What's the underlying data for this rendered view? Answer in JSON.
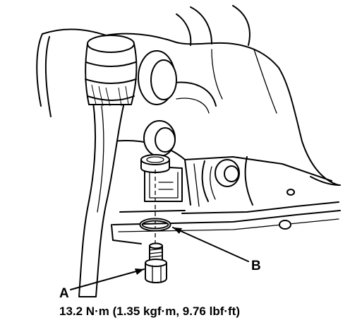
{
  "labels": {
    "part_a": "A",
    "part_b": "B",
    "torque_spec": "13.2 N·m (1.35 kgf·m, 9.76 lbf·ft)"
  }
}
